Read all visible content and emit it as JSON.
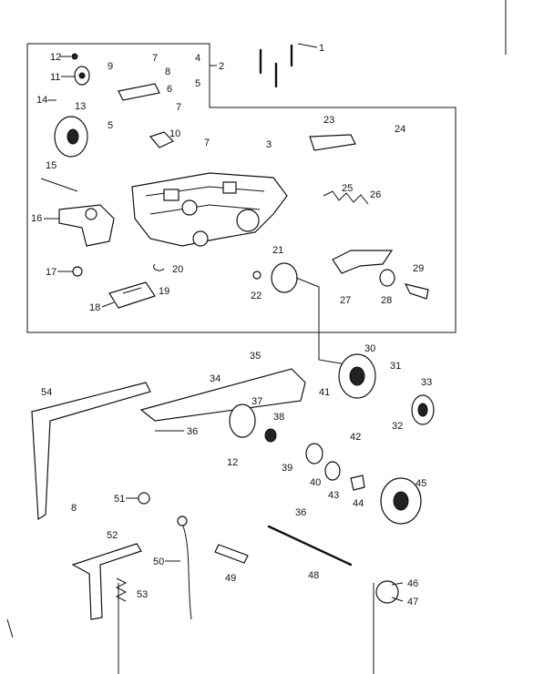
{
  "callouts": {
    "n1": "1",
    "n2": "2",
    "n3": "3",
    "n4": "4",
    "n5a": "5",
    "n5b": "5",
    "n6": "6",
    "n7a": "7",
    "n7b": "7",
    "n7c": "7",
    "n8a": "8",
    "n8b": "8",
    "n9": "9",
    "n10": "10",
    "n11": "11",
    "n12a": "12",
    "n12b": "12",
    "n13": "13",
    "n14": "14",
    "n15": "15",
    "n16": "16",
    "n17": "17",
    "n18": "18",
    "n19": "19",
    "n20": "20",
    "n21": "21",
    "n22": "22",
    "n23": "23",
    "n24": "24",
    "n25": "25",
    "n26": "26",
    "n27": "27",
    "n28": "28",
    "n29": "29",
    "n30": "30",
    "n31": "31",
    "n32": "32",
    "n33": "33",
    "n34": "34",
    "n35": "35",
    "n36a": "36",
    "n36b": "36",
    "n37": "37",
    "n38": "38",
    "n39": "39",
    "n40": "40",
    "n41": "41",
    "n42": "42",
    "n43": "43",
    "n44": "44",
    "n45": "45",
    "n46": "46",
    "n47": "47",
    "n48": "48",
    "n49": "49",
    "n50": "50",
    "n51": "51",
    "n52": "52",
    "n53": "53",
    "n54": "54"
  }
}
